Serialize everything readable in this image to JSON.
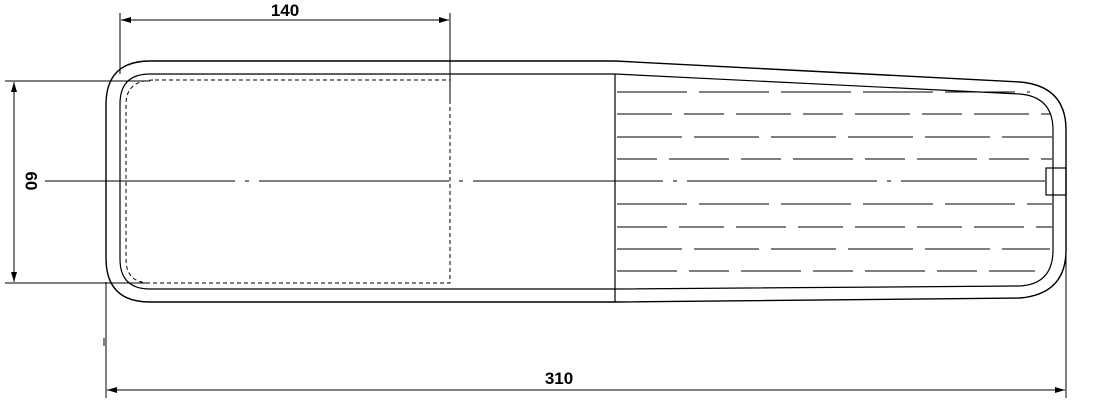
{
  "drawing": {
    "dimensions": {
      "top_width": "140",
      "height": "60",
      "overall_length": "310"
    }
  }
}
